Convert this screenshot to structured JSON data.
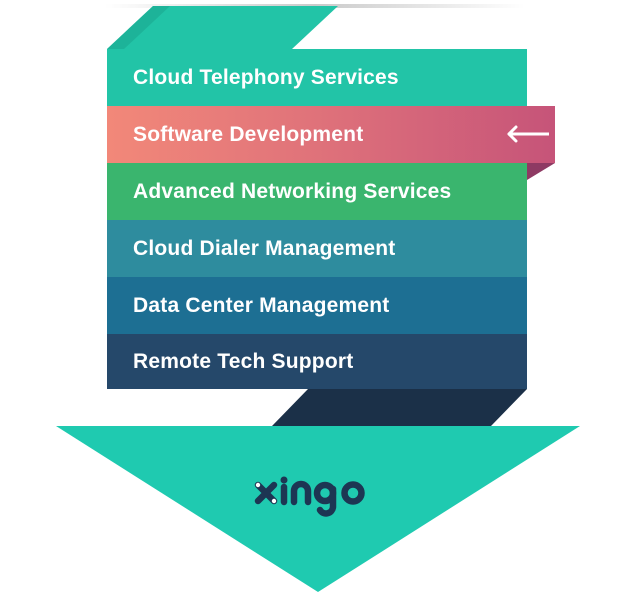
{
  "items": [
    {
      "label": "Cloud Telephony Services"
    },
    {
      "label": "Software Development"
    },
    {
      "label": "Advanced Networking Services"
    },
    {
      "label": "Cloud Dialer Management"
    },
    {
      "label": "Data Center Management"
    },
    {
      "label": "Remote Tech Support"
    }
  ],
  "logo": {
    "text": "xingo"
  },
  "icons": {
    "selected_item_marker": "arrow-left-icon",
    "logo": "xingo-logo"
  },
  "colors": {
    "teal": "#22c4a7",
    "coral": "#f28879",
    "raspberry": "#c65479",
    "green": "#3ab56e",
    "steel_teal": "#2e8c9e",
    "ocean_blue": "#1d6f93",
    "navy": "#25486a",
    "dark_navy": "#1b3048",
    "funnel": "#1fcab0",
    "logo_navy": "#1d3653"
  }
}
